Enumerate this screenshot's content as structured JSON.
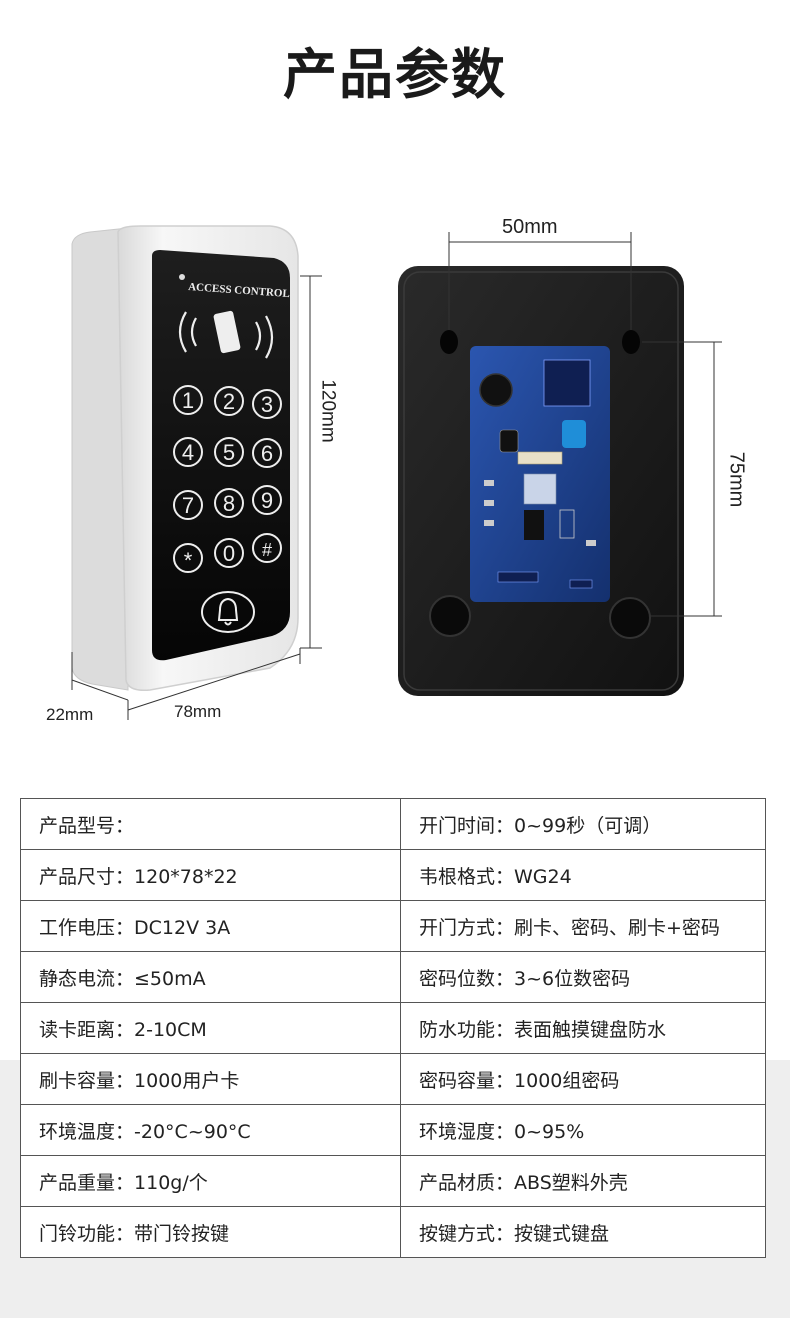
{
  "title": "产品参数",
  "dimensions": {
    "front_height": "120mm",
    "front_width": "78mm",
    "front_depth": "22mm",
    "back_hole_spacing_h": "50mm",
    "back_hole_spacing_v": "75mm"
  },
  "device": {
    "panel_label": "ACCESS CONTROL",
    "keys": [
      "1",
      "2",
      "3",
      "4",
      "5",
      "6",
      "7",
      "8",
      "9",
      "*",
      "0",
      "#"
    ],
    "bell_key": "bell-icon"
  },
  "specs": [
    [
      {
        "key": "产品型号：",
        "value": ""
      },
      {
        "key": "开门时间：",
        "value": "0~99秒（可调）"
      }
    ],
    [
      {
        "key": "产品尺寸：",
        "value": "120*78*22"
      },
      {
        "key": "韦根格式：",
        "value": "WG24"
      }
    ],
    [
      {
        "key": "工作电压：",
        "value": "DC12V 3A"
      },
      {
        "key": "开门方式：",
        "value": "刷卡、密码、刷卡+密码"
      }
    ],
    [
      {
        "key": "静态电流：",
        "value": "≤50mA"
      },
      {
        "key": "密码位数：",
        "value": "3~6位数密码"
      }
    ],
    [
      {
        "key": "读卡距离：",
        "value": "2-10CM"
      },
      {
        "key": "防水功能：",
        "value": "表面触摸键盘防水"
      }
    ],
    [
      {
        "key": "刷卡容量：",
        "value": "1000用户卡"
      },
      {
        "key": "密码容量：",
        "value": "1000组密码"
      }
    ],
    [
      {
        "key": "环境温度：",
        "value": "-20°C~90°C"
      },
      {
        "key": "环境湿度：",
        "value": "0~95%"
      }
    ],
    [
      {
        "key": "产品重量：",
        "value": "110g/个"
      },
      {
        "key": "产品材质：",
        "value": "ABS塑料外壳"
      }
    ],
    [
      {
        "key": "门铃功能：",
        "value": "带门铃按键"
      },
      {
        "key": "按键方式：",
        "value": "按键式键盘"
      }
    ]
  ],
  "colors": {
    "panel_black": "#111111",
    "housing_white": "#f2f2f2",
    "pcb_blue": "#1d3e8c",
    "table_border": "#555555",
    "band_gray": "#eeeeee"
  }
}
